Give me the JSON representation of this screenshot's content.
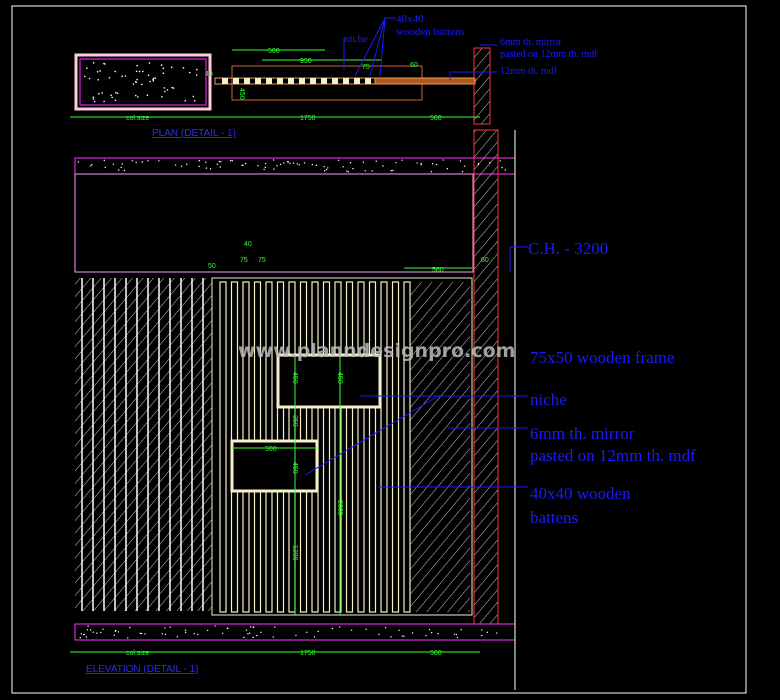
{
  "plan": {
    "title": "PLAN (DETAIL - 1)",
    "dims": {
      "d500": "500",
      "d950": "950",
      "d75": "75",
      "d60": "60",
      "d40": "40",
      "col": "col.size",
      "d1750": "1750",
      "d560": "560",
      "d450": "450"
    },
    "labels": {
      "battens_1": "40x40",
      "battens_2": "wooden battens",
      "niche": "niche",
      "mirror_1": "6mm th. mirror",
      "mirror_2": "pasted on 12mm th. mdf",
      "mdf": "12mm th. mdf"
    }
  },
  "elevation": {
    "title": "ELEVATION (DETAIL - 1)",
    "ceiling_height": "C.H. - 3200",
    "labels": {
      "frame": "75x50 wooden frame",
      "niche": "niche",
      "mirror_1": "6mm th. mirror",
      "mirror_2": "pasted on 12mm th. mdf",
      "battens_1": "40x40 wooden",
      "battens_2": "battens"
    },
    "dims": {
      "d40": "40",
      "d75a": "75",
      "d75b": "75",
      "d50": "50",
      "d560top": "560",
      "d60": "60",
      "d450a": "450",
      "d450b": "450",
      "d350": "350",
      "d500": "500",
      "d450c": "450",
      "d2000": "2000",
      "d1200": "1200",
      "col": "col.size",
      "d1750": "1750",
      "d560": "560"
    }
  },
  "watermark": "www.planndesignpro.com",
  "colors": {
    "background": "#000000",
    "dimension": "#33ff33",
    "label": "#1a1aff",
    "slab": "#ff33ff",
    "wall": "#ff3333",
    "batten": "#f5f0c8"
  }
}
